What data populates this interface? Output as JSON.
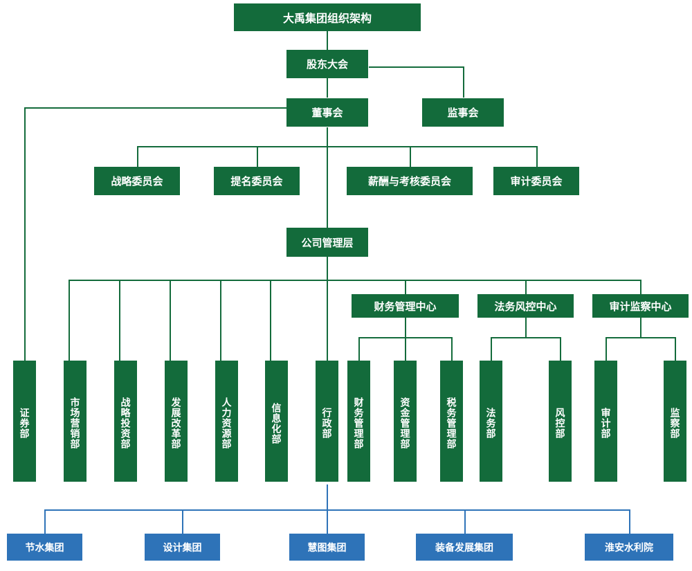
{
  "chart_title": "大禹集团组织架构",
  "nodes": {
    "title": "大禹集团组织架构",
    "shareholders": "股东大会",
    "board": "董事会",
    "supervisors": "监事会",
    "committees": [
      "战略委员会",
      "提名委员会",
      "薪酬与考核委员会",
      "审计委员会"
    ],
    "management": "公司管理层",
    "centers": [
      "财务管理中心",
      "法务风控中心",
      "审计监察中心"
    ],
    "departments_direct": [
      "证券部",
      "市场营销部",
      "战略投资部",
      "发展改革部",
      "人力资源部",
      "信息化部",
      "行政部"
    ],
    "departments_finance": [
      "财务管理部",
      "资金管理部",
      "税务管理部"
    ],
    "departments_legal": [
      "法务部",
      "风控部"
    ],
    "departments_audit": [
      "审计部",
      "监察部"
    ],
    "subsidiaries": [
      "节水集团",
      "设计集团",
      "慧图集团",
      "装备发展集团",
      "淮安水利院"
    ]
  },
  "colors": {
    "green": "#136b3b",
    "blue": "#2e73b8",
    "text": "#ffffff",
    "background": "#ffffff"
  }
}
